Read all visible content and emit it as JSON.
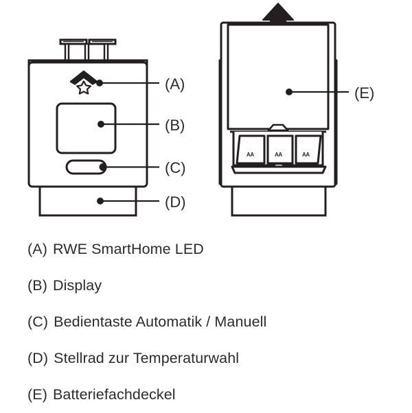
{
  "diagram": {
    "title_alt": "RWE SmartHome radiator thermostat component diagram",
    "stroke_color": "#231f20",
    "fill_color": "#ffffff",
    "front_view": {
      "name": "thermostat-front-view",
      "callouts": [
        {
          "key": "A",
          "label": "(A)",
          "target": "rwe-smarthome-led"
        },
        {
          "key": "B",
          "label": "(B)",
          "target": "display"
        },
        {
          "key": "C",
          "label": "(C)",
          "target": "mode-button"
        },
        {
          "key": "D",
          "label": "(D)",
          "target": "temperature-wheel"
        }
      ],
      "led_icon": "house-star-icon",
      "button_shape": "pill"
    },
    "rear_view": {
      "name": "thermostat-battery-view",
      "arrow_icon": "arrow-up-icon",
      "callouts": [
        {
          "key": "E",
          "label": "(E)",
          "target": "battery-cover"
        }
      ],
      "battery_slots": [
        {
          "label": "AA"
        },
        {
          "label": "AA"
        },
        {
          "label": "AA"
        }
      ],
      "latch_icon": "latch-tab-icon"
    }
  },
  "legend": {
    "name": "component-legend",
    "items": [
      {
        "key": "(A)",
        "text": "RWE SmartHome LED"
      },
      {
        "key": "(B)",
        "text": "Display"
      },
      {
        "key": "(C)",
        "text": "Bedientaste Automatik / Manuell"
      },
      {
        "key": "(D)",
        "text": "Stellrad zur Temperaturwahl"
      },
      {
        "key": "(E)",
        "text": "Batteriefachdeckel"
      }
    ]
  }
}
